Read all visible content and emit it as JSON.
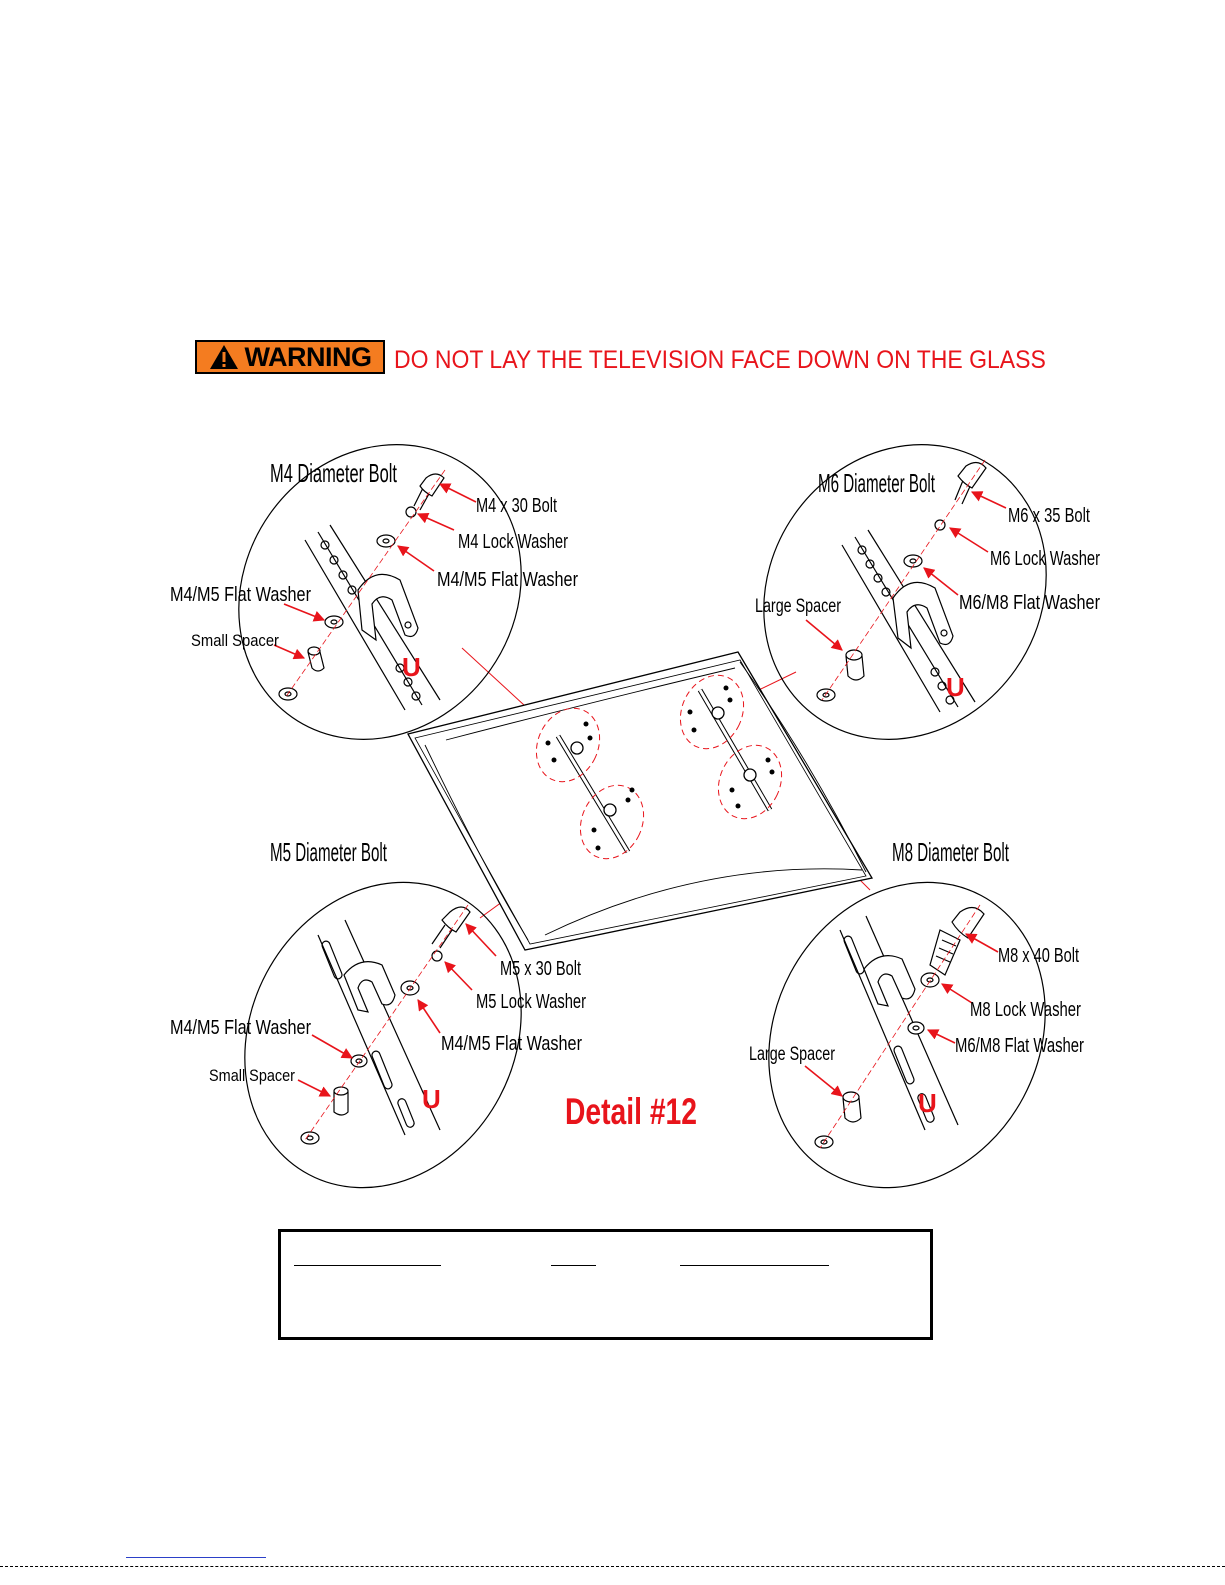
{
  "warning": {
    "badge_label": "WARNING",
    "message": "DO NOT LAY THE TELEVISION FACE DOWN ON THE GLASS"
  },
  "details": {
    "m4": {
      "title": "M4 Diameter Bolt",
      "bolt": "M4 x 30 Bolt",
      "lock_washer": "M4 Lock Washer",
      "flat_washer_right": "M4/M5 Flat Washer",
      "flat_washer_left": "M4/M5 Flat Washer",
      "spacer": "Small Spacer"
    },
    "m6": {
      "title": "M6 Diameter Bolt",
      "bolt": "M6 x 35 Bolt",
      "lock_washer": "M6 Lock Washer",
      "flat_washer": "M6/M8 Flat Washer",
      "spacer": "Large Spacer"
    },
    "m5": {
      "title": "M5 Diameter Bolt",
      "bolt": "M5 x 30 Bolt",
      "lock_washer": "M5 Lock Washer",
      "flat_washer_right": "M4/M5 Flat Washer",
      "flat_washer_left": "M4/M5 Flat Washer",
      "spacer": "Small Spacer"
    },
    "m8": {
      "title": "M8 Diameter Bolt",
      "bolt": "M8 x 40 Bolt",
      "lock_washer": "M8 Lock Washer",
      "flat_washer": "M6/M8 Flat Washer",
      "spacer": "Large Spacer"
    }
  },
  "bracket_marker": "U",
  "detail_label": "Detail #12",
  "colors": {
    "accent_red": "#e8141b",
    "warning_orange": "#f47c20"
  }
}
